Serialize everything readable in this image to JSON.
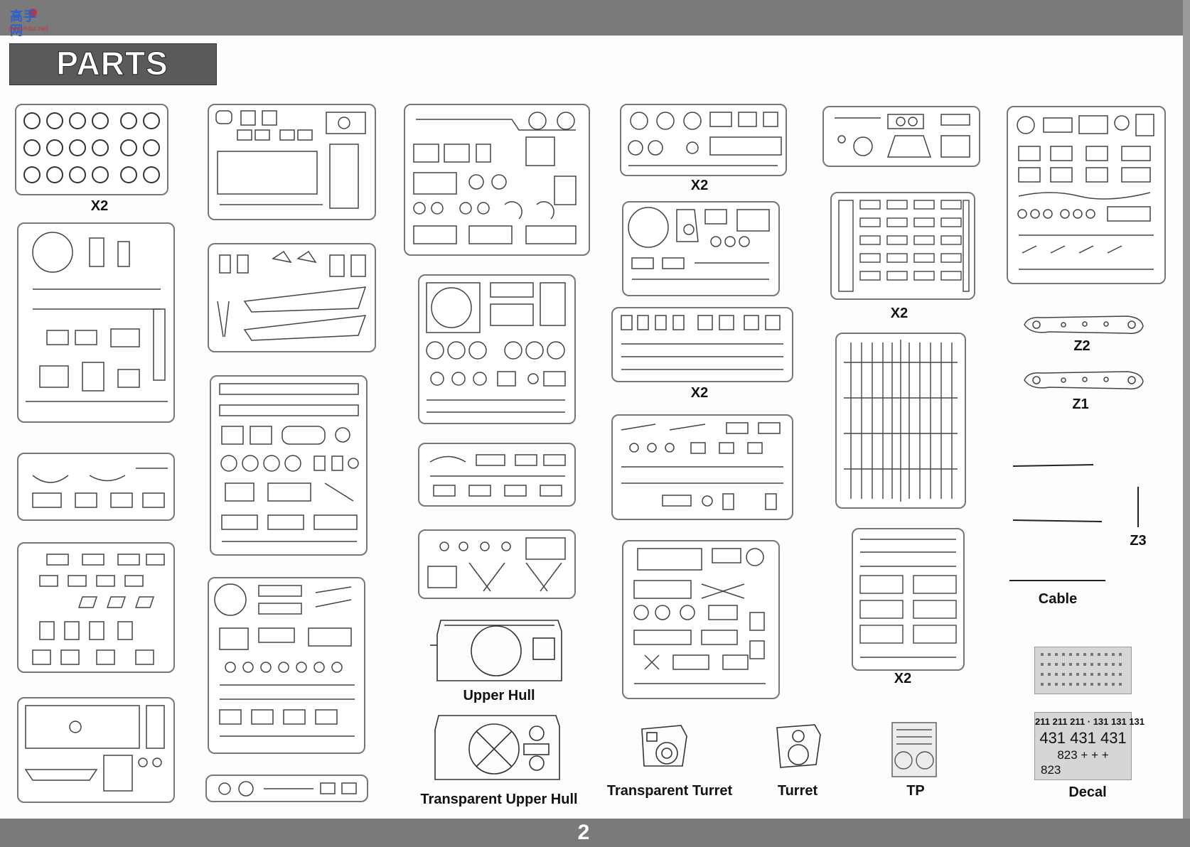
{
  "header": {
    "logo_text": "高手网",
    "logo_sub": "gaoshou.net"
  },
  "title": "PARTS",
  "page_number": "2",
  "labels": {
    "wheels_x2": "X2",
    "d_x2": "X2",
    "mid_x2": "X2",
    "tracks_x2": "X2",
    "f_x2": "X2",
    "z2": "Z2",
    "z1": "Z1",
    "z3": "Z3",
    "cable": "Cable",
    "upper_hull": "Upper Hull",
    "transparent_upper_hull": "Transparent Upper Hull",
    "transparent_turret": "Transparent Turret",
    "turret": "Turret",
    "tp": "TP",
    "decal": "Decal"
  },
  "decal": {
    "row1": "211 211 211 · 131 131 131",
    "row2": "431 431 431",
    "row3": "823 + + +",
    "row4": "823"
  },
  "colors": {
    "bar": "#7a7a7a",
    "title_bg": "#5a5a5a",
    "line": "#777777"
  }
}
